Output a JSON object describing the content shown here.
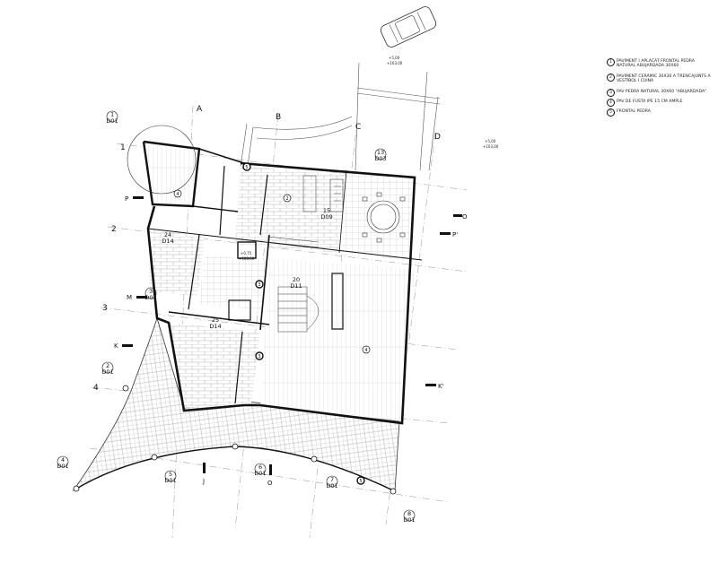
{
  "axes": {
    "cols": [
      "A",
      "B",
      "C",
      "D"
    ],
    "rows": [
      "1",
      "2",
      "3",
      "4"
    ],
    "sections": [
      "P",
      "P'",
      "M",
      "K",
      "K'",
      "J",
      "O"
    ]
  },
  "levels": {
    "top": [
      "+5,00",
      "+103,00"
    ],
    "right": [
      "+5,00",
      "+103,00"
    ],
    "hall": [
      "+0,75",
      "+100,00"
    ]
  },
  "room_tags": [
    {
      "num": "1",
      "code": "D01"
    },
    {
      "num": "24",
      "code": "D14"
    },
    {
      "num": "13",
      "code": "D03"
    },
    {
      "num": "15",
      "code": "D09"
    },
    {
      "num": "20",
      "code": "D11"
    },
    {
      "num": "25",
      "code": "D14"
    },
    {
      "num": "3",
      "code": "D01"
    },
    {
      "num": "2",
      "code": "D01"
    },
    {
      "num": "4",
      "code": "D01"
    },
    {
      "num": "6",
      "code": "D01"
    },
    {
      "num": "7",
      "code": "D01"
    },
    {
      "num": "8",
      "code": "D01"
    },
    {
      "num": "5",
      "code": "D01"
    }
  ],
  "floor_marks": [
    "1",
    "2",
    "3",
    "4",
    "5"
  ],
  "legend": [
    {
      "num": "1",
      "text": "Paviment i aplacat frontal pedra natural abujardada 30x60"
    },
    {
      "num": "2",
      "text": "Paviment ceràmic 30x30 a trencajunts a vestíbol i cuina"
    },
    {
      "num": "3",
      "text": "Pav pedra natural 30x60 \"abujardada\""
    },
    {
      "num": "4",
      "text": "Pav de fusta IPE 15 cm ample"
    },
    {
      "num": "5",
      "text": "Frontal pedra"
    }
  ]
}
